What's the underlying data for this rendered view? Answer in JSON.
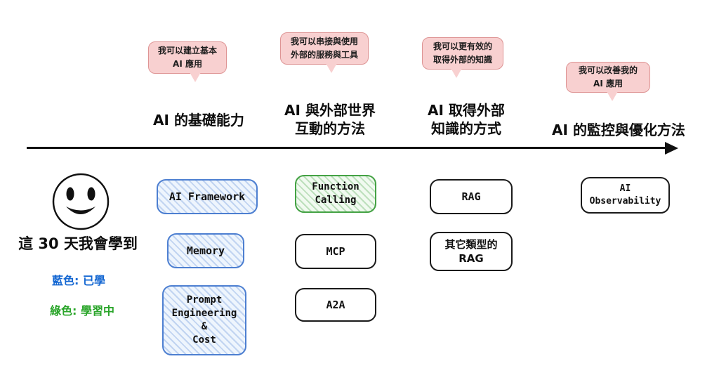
{
  "intro": {
    "title": "這 30 天我會學到",
    "legend_blue": "藍色: 已學",
    "legend_green": "綠色: 學習中"
  },
  "columns": [
    {
      "bubble": {
        "line1": "我可以建立基本",
        "line2": "AI 應用"
      },
      "header": {
        "line1": "AI 的基礎能力"
      },
      "boxes": [
        {
          "status": "learned",
          "line1": "AI Framework"
        },
        {
          "status": "learned",
          "line1": "Memory"
        },
        {
          "status": "learned",
          "line1": "Prompt",
          "line2": "Engineering",
          "line3": "&",
          "line4": "Cost"
        }
      ]
    },
    {
      "bubble": {
        "line1": "我可以串接與使用",
        "line2": "外部的服務與工具"
      },
      "header": {
        "line1": "AI 與外部世界",
        "line2": "互動的方法"
      },
      "boxes": [
        {
          "status": "learning",
          "line1": "Function",
          "line2": "Calling"
        },
        {
          "status": "todo",
          "line1": "MCP"
        },
        {
          "status": "todo",
          "line1": "A2A"
        }
      ]
    },
    {
      "bubble": {
        "line1": "我可以更有效的",
        "line2": "取得外部的知識"
      },
      "header": {
        "line1": "AI 取得外部",
        "line2": "知識的方式"
      },
      "boxes": [
        {
          "status": "todo",
          "line1": "RAG"
        },
        {
          "status": "todo",
          "line1": "其它類型的",
          "line2": "RAG"
        }
      ]
    },
    {
      "bubble": {
        "line1": "我可以改善我的",
        "line2": "AI 應用"
      },
      "header": {
        "line1": "AI 的監控與優化方法"
      },
      "boxes": [
        {
          "status": "todo",
          "line1": "AI",
          "line2": "Observability"
        }
      ]
    }
  ],
  "colors": {
    "blue_border": "#4d7fd1",
    "blue_fill": "#eef5fd",
    "blue_stripe": "rgba(77,127,209,0.28)",
    "green_border": "#44a244",
    "green_fill": "#f1faf0",
    "green_stripe": "rgba(68,162,68,0.30)",
    "black_border": "#1a1a1a",
    "bubble_fill": "#f8d0d0",
    "bubble_border": "#de9494",
    "legend_blue": "#1467d2",
    "legend_green": "#2aa52a"
  }
}
